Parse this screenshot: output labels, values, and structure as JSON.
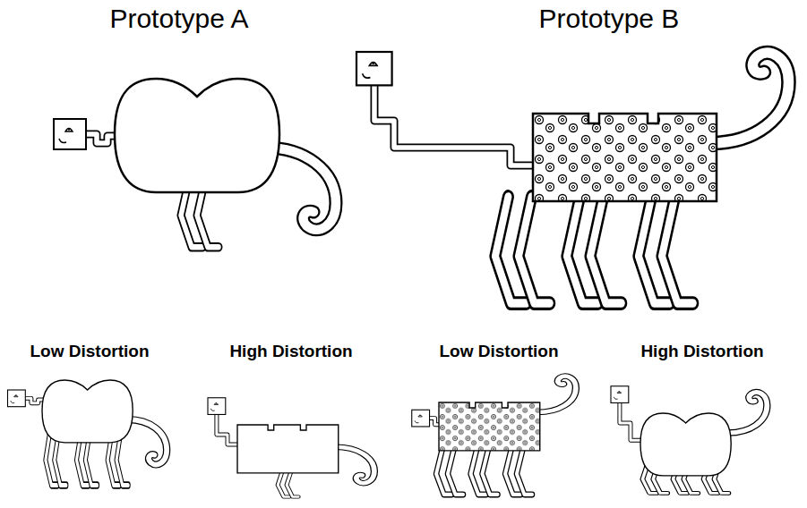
{
  "diagram": {
    "labels": [
      "Prototype A",
      "Prototype B",
      "Low Distortion",
      "High Distortion",
      "Low Distortion",
      "High Distortion"
    ]
  }
}
